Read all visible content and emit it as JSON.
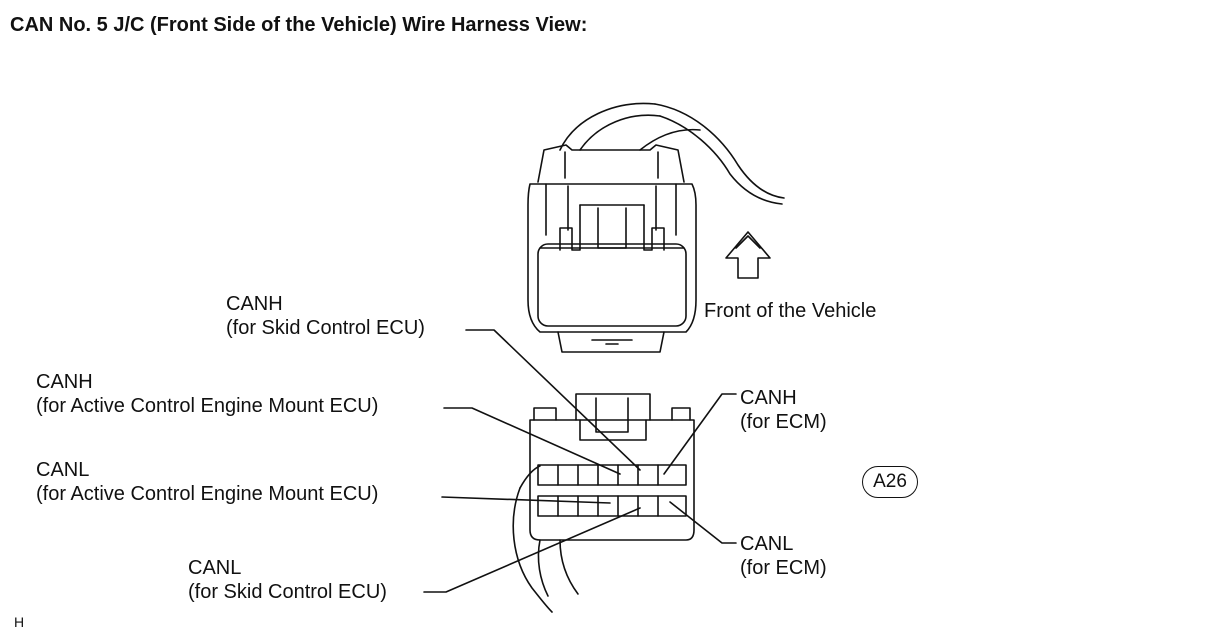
{
  "title": "CAN No. 5 J/C (Front Side of the Vehicle) Wire Harness View:",
  "direction_label": "Front of the Vehicle",
  "badge": "A26",
  "footer_mark": "H",
  "callouts": {
    "canh_skid": {
      "signal": "CANH",
      "detail": "(for Skid Control ECU)"
    },
    "canh_engine_mount": {
      "signal": "CANH",
      "detail": "(for Active Control Engine Mount ECU)"
    },
    "canl_engine_mount": {
      "signal": "CANL",
      "detail": "(for Active Control Engine Mount ECU)"
    },
    "canl_skid": {
      "signal": "CANL",
      "detail": "(for Skid Control ECU)"
    },
    "canh_ecm": {
      "signal": "CANH",
      "detail": "(for ECM)"
    },
    "canl_ecm": {
      "signal": "CANL",
      "detail": "(for ECM)"
    }
  },
  "icons": [
    "connector-plug-icon",
    "connector-socket-icon",
    "forward-arrow-icon"
  ]
}
